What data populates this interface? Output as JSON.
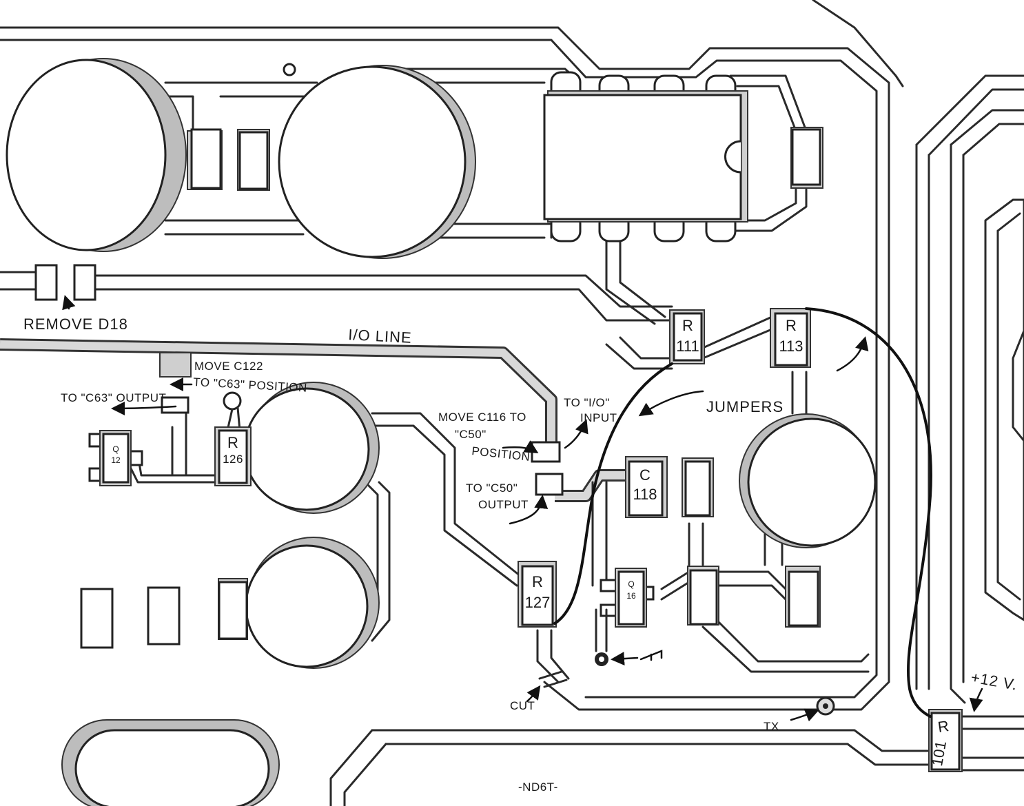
{
  "annotations": {
    "remove_d18": "REMOVE D18",
    "io_line": "I/O LINE",
    "move_c122_line1": "MOVE C122",
    "move_c122_line2": "TO \"C63\" POSITION",
    "to_c63_output": "TO \"C63\" OUTPUT",
    "move_c116_line1": "MOVE C116 TO",
    "move_c116_line2": "\"C50\"",
    "move_c116_line3": "POSITION",
    "to_io_input_line1": "TO \"I/O\"",
    "to_io_input_line2": "INPUT",
    "to_c50_output_line1": "TO \"C50\"",
    "to_c50_output_line2": "OUTPUT",
    "jumpers": "JUMPERS",
    "cut": "CUT",
    "tx": "TX",
    "plus_12v": "+12 V.",
    "signature": "-ND6T-"
  },
  "components": {
    "r111": {
      "letter": "R",
      "number": "111"
    },
    "r113": {
      "letter": "R",
      "number": "113"
    },
    "r126": {
      "letter": "R",
      "number": "126"
    },
    "r127": {
      "letter": "R",
      "number": "127"
    },
    "r101": {
      "letter": "R",
      "number": "101"
    },
    "c118": {
      "letter": "C",
      "number": "118"
    },
    "q12": {
      "letter": "Q",
      "number": "12"
    },
    "q16": {
      "letter": "Q",
      "number": "16"
    }
  },
  "colors": {
    "ink": "#1a1a1a",
    "trace_fill": "#d8d8d8",
    "capacitor_rim": "#bdbdbd",
    "paper": "#ffffff"
  }
}
